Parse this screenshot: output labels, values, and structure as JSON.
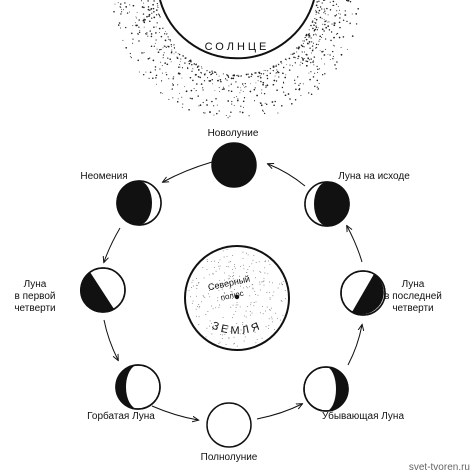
{
  "sun": {
    "label": "СОЛНЦЕ"
  },
  "earth": {
    "pole_line1": "Северный",
    "pole_line2": "полюс",
    "label": "ЗЕМЛЯ"
  },
  "phases": {
    "new_moon": "Новолуние",
    "neomenia": "Неомения",
    "first_quarter": "Луна\nв первой\nчетверти",
    "waxing_gibbous": "Горбатая Луна",
    "full_moon": "Полнолуние",
    "waning_gibbous": "Убывающая Луна",
    "last_quarter": "Луна\nв последней\nчетверти",
    "old_moon": "Луна на исходе"
  },
  "watermark": "svet-tvoren.ru"
}
